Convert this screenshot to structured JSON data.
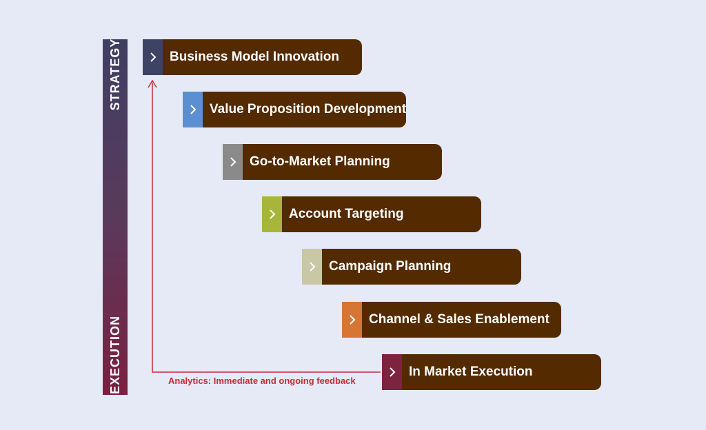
{
  "axis": {
    "top_label": "STRATEGY",
    "bottom_label": "EXECUTION"
  },
  "steps": [
    {
      "label": "Business Model Innovation",
      "color": "#3d4365"
    },
    {
      "label": "Value Proposition Development",
      "color": "#5b8fd1"
    },
    {
      "label": "Go-to-Market Planning",
      "color": "#8a8a8a"
    },
    {
      "label": "Account Targeting",
      "color": "#a7b63a"
    },
    {
      "label": "Campaign Planning",
      "color": "#c8c7a6"
    },
    {
      "label": "Channel & Sales Enablement",
      "color": "#d57634"
    },
    {
      "label": "In Market Execution",
      "color": "#7c2340"
    }
  ],
  "step_bar_color": "#542a00",
  "feedback": {
    "label": "Analytics: Immediate and ongoing feedback",
    "color": "#c62a3a"
  }
}
